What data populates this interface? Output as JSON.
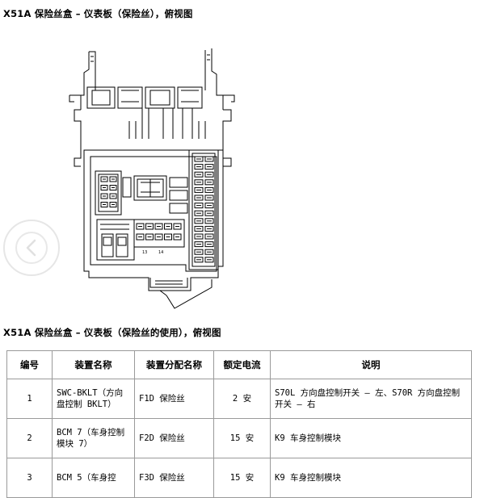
{
  "heading_top": "X51A 保险丝盒 – 仪表板（保险丝），俯视图",
  "heading_bottom": "X51A 保险丝盒 – 仪表板（保险丝的使用），俯视图",
  "table": {
    "headers": [
      "编号",
      "装置名称",
      "装置分配名称",
      "额定电流",
      "说明"
    ],
    "rows": [
      [
        "1",
        "SWC-BKLT（方向盘控制 BKLT）",
        "F1D 保险丝",
        "2 安",
        "S70L 方向盘控制开关 – 左、S70R 方向盘控制开关 – 右"
      ],
      [
        "2",
        "BCM 7（车身控制模块 7）",
        "F2D 保险丝",
        "15 安",
        "K9 车身控制模块"
      ],
      [
        "3",
        "BCM 5（车身控",
        "F3D 保险丝",
        "15 安",
        "K9 车身控制模块"
      ]
    ]
  },
  "diagram_labels": [
    "13",
    "14"
  ],
  "icons": {
    "back": "chevron-left-icon"
  }
}
